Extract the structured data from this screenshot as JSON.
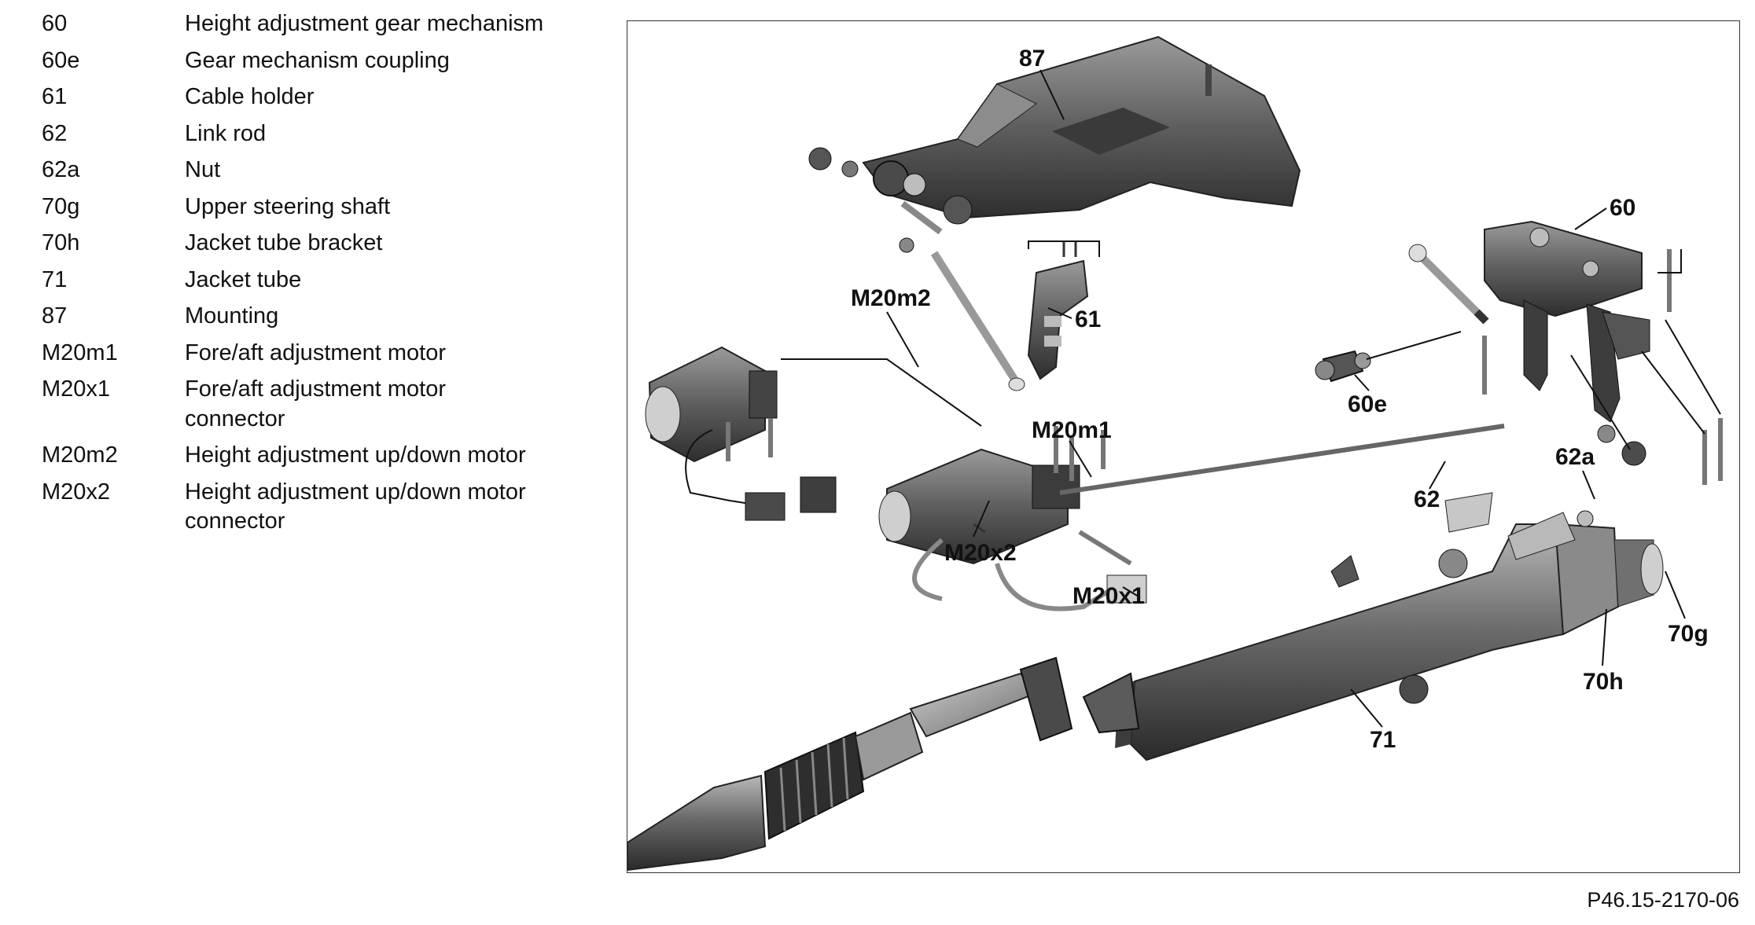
{
  "legend": [
    {
      "code": "60",
      "desc": "Height adjustment gear mechanism"
    },
    {
      "code": "60e",
      "desc": "Gear mechanism coupling"
    },
    {
      "code": "61",
      "desc": "Cable holder"
    },
    {
      "code": "62",
      "desc": "Link rod"
    },
    {
      "code": "62a",
      "desc": "Nut"
    },
    {
      "code": "70g",
      "desc": "Upper steering shaft"
    },
    {
      "code": "70h",
      "desc": "Jacket tube bracket"
    },
    {
      "code": "71",
      "desc": "Jacket tube"
    },
    {
      "code": "87",
      "desc": "Mounting"
    },
    {
      "code": "M20m1",
      "desc": "Fore/aft adjustment motor"
    },
    {
      "code": "M20x1",
      "desc": "Fore/aft adjustment motor connector"
    },
    {
      "code": "M20m2",
      "desc": "Height adjustment up/down motor"
    },
    {
      "code": "M20x2",
      "desc": "Height adjustment up/down motor connector"
    }
  ],
  "callouts": {
    "c87": "87",
    "c60": "60",
    "c61": "61",
    "c60e": "60e",
    "c62": "62",
    "c62a": "62a",
    "c70g": "70g",
    "c70h": "70h",
    "c71": "71",
    "cM20m1": "M20m1",
    "cM20m2": "M20m2",
    "cM20x1": "M20x1",
    "cM20x2": "M20x2"
  },
  "figure_ref": "P46.15-2170-06"
}
